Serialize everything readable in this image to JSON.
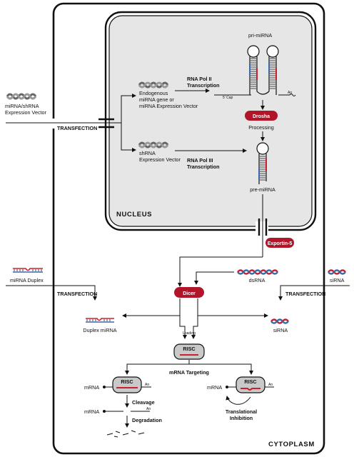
{
  "compartments": {
    "nucleus": "NUCLEUS",
    "cytoplasm": "CYTOPLASM"
  },
  "inputs": {
    "vector": "miRNA/shRNA\nExpression Vector",
    "mirna_duplex": "miRNA Duplex",
    "sirna": "siRNA"
  },
  "processes": {
    "transfection_left": "TRANSFECTION",
    "transfection_mid_left": "TRANSFECTION",
    "transfection_right": "TRANSFECTION",
    "pol2": "RNA Pol II\nTranscription",
    "pol3": "RNA Pol III\nTranscription",
    "processing": "Processing",
    "loading": "Loading",
    "mrna_targeting": "mRNA Targeting",
    "cleavage": "Cleavage",
    "degradation": "Degradation",
    "translational_inhibition": "Translational\nInhibition"
  },
  "molecules": {
    "endogenous": "Endogenous\nmiRNA gene or\nmiRNA Expression Vector",
    "shrna_vector": "shRNA\nExpression Vector",
    "pri_mirna": "pri-miRNA",
    "pre_mirna": "pre-miRNA",
    "five_cap": "5' Cap",
    "poly_a": "An",
    "dsrna": "dsRNA",
    "duplex_mirna": "Duplex miRNA",
    "sirna_product": "siRNA",
    "mrna_a": "mRNA",
    "mrna_b": "mRNA",
    "mrna_c": "mRNA"
  },
  "enzymes": {
    "drosha": "Drosha",
    "exportin": "Exportin-5",
    "dicer": "Dicer",
    "risc_main": "RISC",
    "risc_left": "RISC",
    "risc_right": "RISC"
  },
  "colors": {
    "enzyme_red": "#b0152a",
    "blue_strand": "#3a6aa8",
    "red_strand": "#c8202e",
    "nucleus_fill": "#e6e6e6",
    "risc_fill": "#c9c9c9"
  }
}
